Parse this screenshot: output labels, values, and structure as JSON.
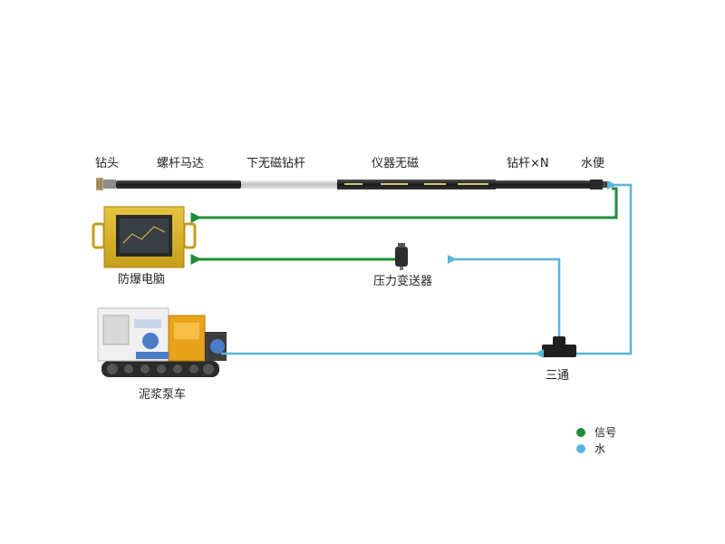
{
  "labels": {
    "drill_bit": "钻头",
    "screw_motor": "螺杆马达",
    "lower_nonmag_rod": "下无磁钻杆",
    "instrument_nonmag": "仪器无磁",
    "drill_rod_n": "钻杆×N",
    "water_joint": "水便",
    "explosion_proof_pc": "防爆电脑",
    "pressure_transmitter": "压力变送器",
    "mud_pump_truck": "泥浆泵车",
    "tee": "三通"
  },
  "legend": [
    {
      "label": "信号",
      "color": "#1e8c3a"
    },
    {
      "label": "水",
      "color": "#5ab4dc"
    }
  ],
  "colors": {
    "signal": "#1e8c3a",
    "water": "#5ab4dc",
    "pc_body": "#d9b52a",
    "truck_body": "#f0f0f0",
    "truck_accent": "#e8a21c"
  },
  "icons": {
    "drill_string": "drill-string-icon",
    "pc": "explosion-proof-computer-icon",
    "sensor": "pressure-sensor-icon",
    "truck": "mud-pump-truck-icon",
    "tee": "tee-fitting-icon"
  }
}
